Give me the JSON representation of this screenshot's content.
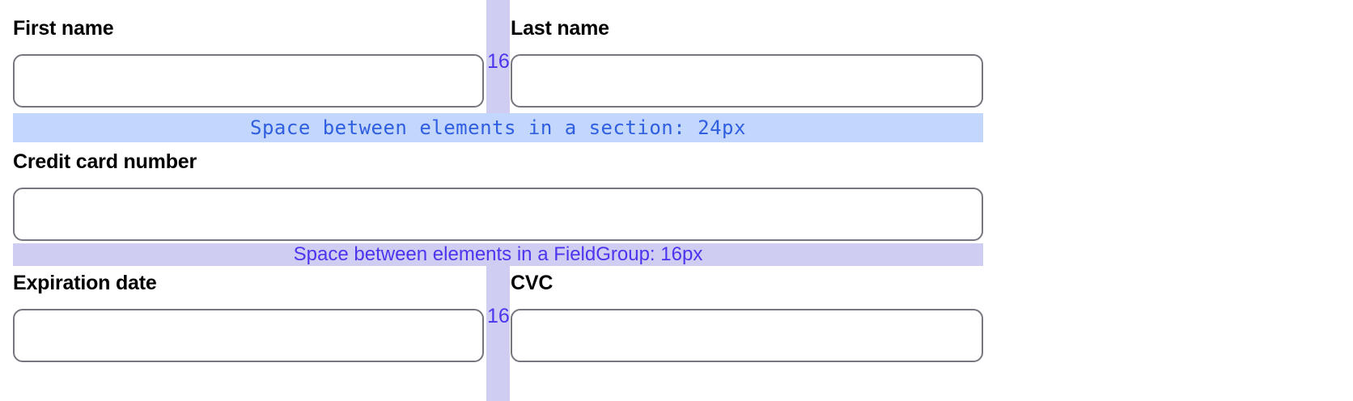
{
  "form": {
    "rows": [
      {
        "name": "name-row",
        "fields": [
          {
            "name": "first-name",
            "label": "First name",
            "value": "",
            "placeholder": ""
          },
          {
            "name": "last-name",
            "label": "Last name",
            "value": "",
            "placeholder": ""
          }
        ],
        "gap_label": "16"
      },
      {
        "name": "credit-card-row",
        "fields": [
          {
            "name": "credit-card-number",
            "label": "Credit card number",
            "value": "",
            "placeholder": ""
          }
        ]
      },
      {
        "name": "expiry-cvc-row",
        "fields": [
          {
            "name": "expiration-date",
            "label": "Expiration date",
            "value": "",
            "placeholder": ""
          },
          {
            "name": "cvc",
            "label": "CVC",
            "value": "",
            "placeholder": ""
          }
        ],
        "gap_label": "16"
      }
    ]
  },
  "annotations": {
    "section_spacing": {
      "text": "Space between elements in a section: 24px",
      "value": "24px",
      "color": "#2f5fe0",
      "background": "#c3d6fb"
    },
    "fieldgroup_spacing": {
      "text": "Space between elements in a FieldGroup: 16px",
      "value": "16px",
      "color": "#4b35ee",
      "background": "#cfcdf2"
    },
    "column_gap": {
      "top_label": "16",
      "bottom_label": "16",
      "color": "#4b35ee",
      "background": "#cfcdf2"
    }
  },
  "colors": {
    "input_border": "#76767f",
    "label_text": "#000000",
    "page_background": "#ffffff"
  }
}
